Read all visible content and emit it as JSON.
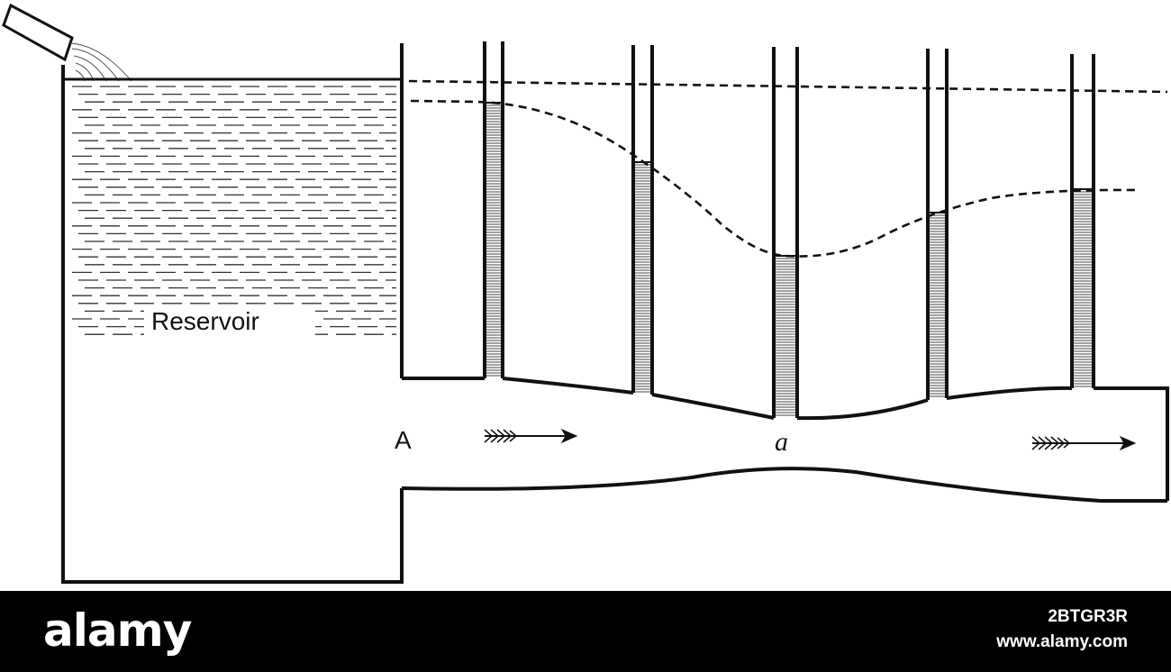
{
  "diagram": {
    "labels": {
      "reservoir": "Reservoir",
      "inlet": "A",
      "throat": "a"
    },
    "colors": {
      "ink": "#111111",
      "paper": "#ffffff"
    }
  },
  "footer": {
    "brand": "alamy",
    "image_id": "2BTGR3R",
    "url": "www.alamy.com",
    "background": "#000000"
  }
}
